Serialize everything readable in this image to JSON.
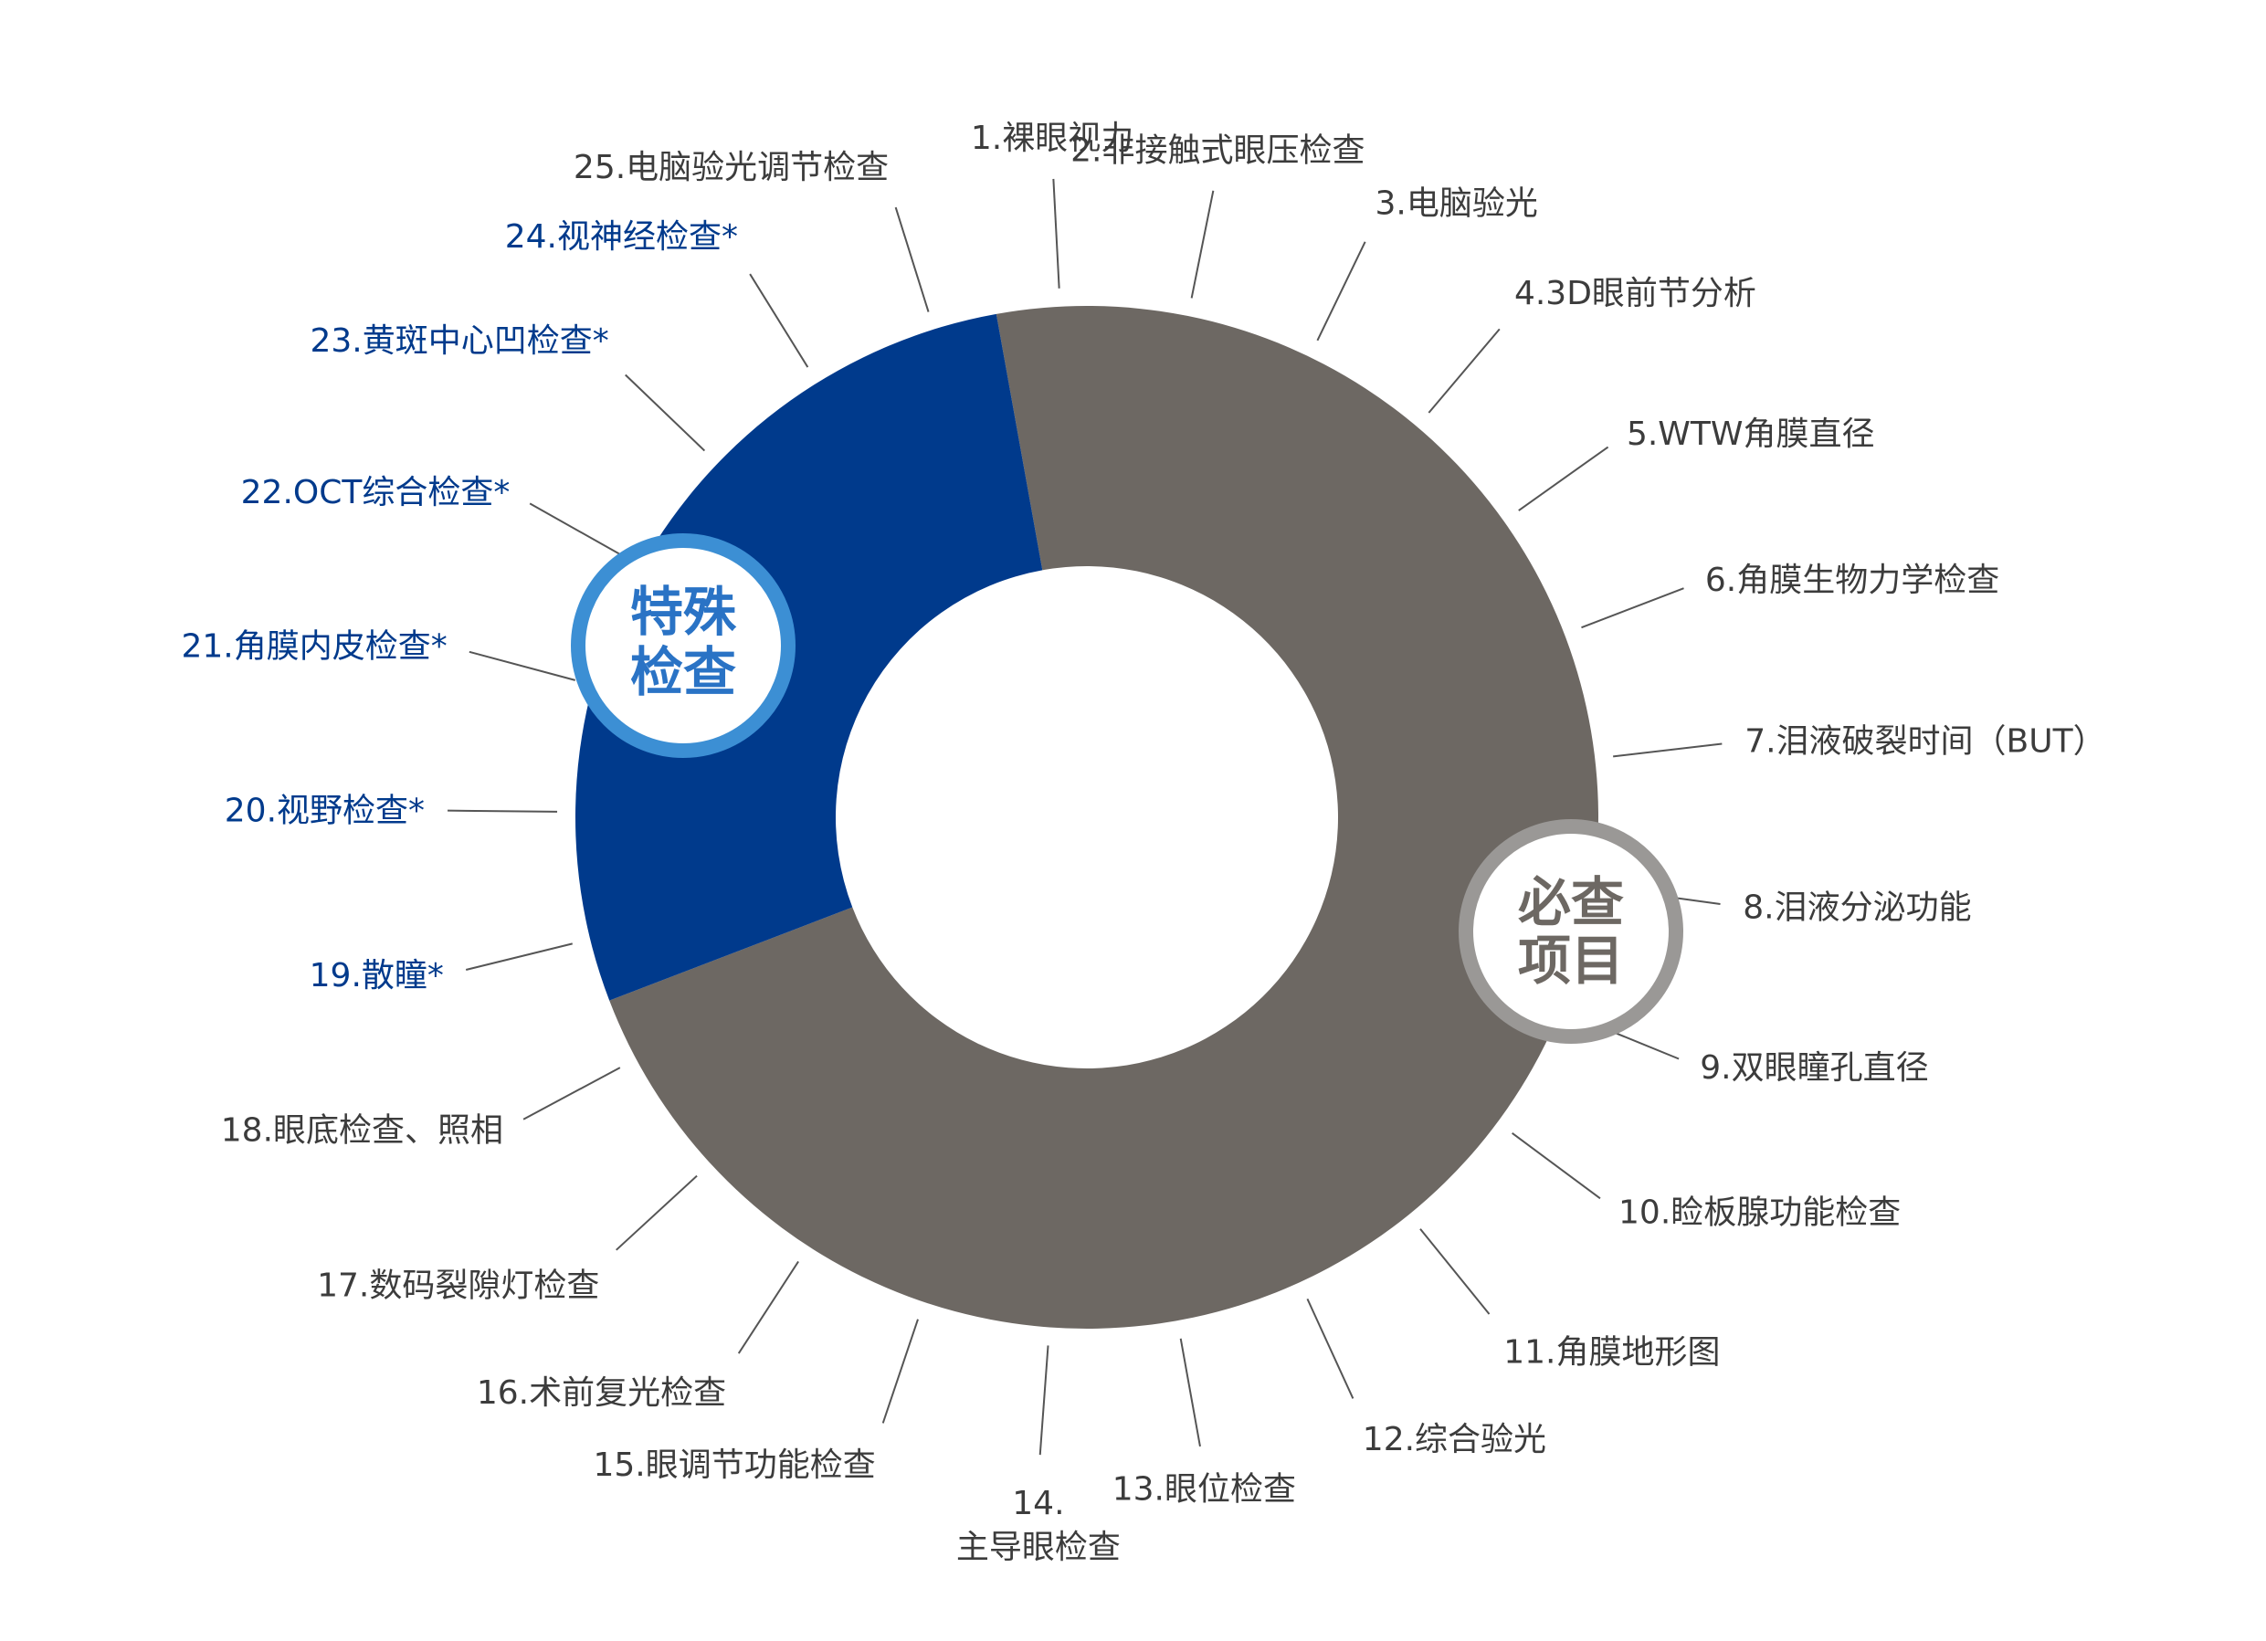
{
  "colors": {
    "background": "#ffffff",
    "required_segment": "#6d6863",
    "special_segment": "#003a8c",
    "required_label": "#3c3c3c",
    "special_label": "#003a8c",
    "leader_line": "#555555",
    "special_badge_ring": "#3c8fd4",
    "special_badge_text": "#2a73c5",
    "required_badge_ring": "#9a9896",
    "required_badge_text": "#6d6863"
  },
  "badges": {
    "special": {
      "line1": "特殊",
      "line2": "检查"
    },
    "required": {
      "line1": "必查",
      "line2": "项目"
    }
  },
  "donut": {
    "segments": [
      {
        "group": "required",
        "from_item": 1,
        "to_item": 18
      },
      {
        "group": "special",
        "from_item": 19,
        "to_item": 25
      }
    ]
  },
  "items": [
    {
      "label": "1.裸眼视力",
      "group": "required"
    },
    {
      "label": "2.非接触式眼压检查",
      "group": "required"
    },
    {
      "label": "3.电脑验光",
      "group": "required"
    },
    {
      "label": "4.3D眼前节分析",
      "group": "required"
    },
    {
      "label": "5.WTW角膜直径",
      "group": "required"
    },
    {
      "label": "6.角膜生物力学检查",
      "group": "required"
    },
    {
      "label": "7.泪液破裂时间（BUT）",
      "group": "required"
    },
    {
      "label": "8.泪液分泌功能",
      "group": "required"
    },
    {
      "label": "9.双眼瞳孔直径",
      "group": "required"
    },
    {
      "label": "10.睑板腺功能检查",
      "group": "required"
    },
    {
      "label": "11.角膜地形图",
      "group": "required"
    },
    {
      "label": "12.综合验光",
      "group": "required"
    },
    {
      "label": "13.眼位检查",
      "group": "required"
    },
    {
      "label": "14.",
      "label_line2": "主导眼检查",
      "group": "required"
    },
    {
      "label": "15.眼调节功能检查",
      "group": "required"
    },
    {
      "label": "16.术前复光检查",
      "group": "required"
    },
    {
      "label": "17.数码裂隙灯检查",
      "group": "required"
    },
    {
      "label": "18.眼底检查、照相",
      "group": "required"
    },
    {
      "label": "19.散瞳*",
      "group": "special"
    },
    {
      "label": "20.视野检查*",
      "group": "special"
    },
    {
      "label": "21.角膜内皮检查*",
      "group": "special"
    },
    {
      "label": "22.OCT综合检查*",
      "group": "special"
    },
    {
      "label": "23.黄斑中心凹检查*",
      "group": "special"
    },
    {
      "label": "24.视神经检查*",
      "group": "special"
    },
    {
      "label": "25.电脑验光调节检查",
      "group": "required"
    }
  ]
}
